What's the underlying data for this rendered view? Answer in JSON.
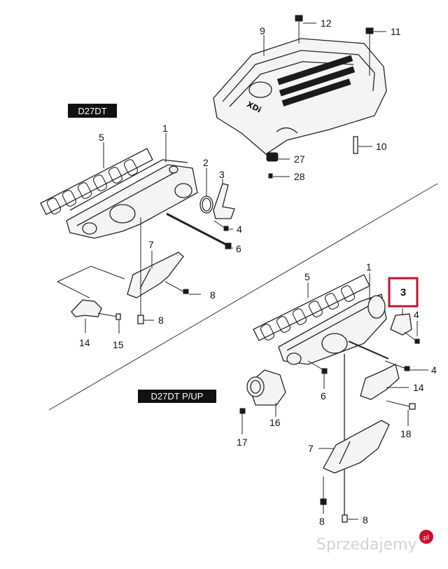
{
  "variant_labels": {
    "upper": "D27DT",
    "lower": "D27DT P/UP"
  },
  "highlight": {
    "label": "3",
    "border_color": "#c8102e"
  },
  "callouts": {
    "c9": "9",
    "c12": "12",
    "c11": "11",
    "c10": "10",
    "c27": "27",
    "c28": "28",
    "c1a": "1",
    "c5a": "5",
    "c2": "2",
    "c3a": "3",
    "c4a": "4",
    "c6a": "6",
    "c7a": "7",
    "c8a": "8",
    "c8b": "8",
    "c14a": "14",
    "c15": "15",
    "c1b": "1",
    "c5b": "5",
    "c4b": "4",
    "c4c": "4",
    "c6b": "6",
    "c14b": "14",
    "c16": "16",
    "c17": "17",
    "c18": "18",
    "c7b": "7",
    "c8c": "8",
    "c8d": "8"
  },
  "watermark": {
    "text": "Sprzedajemy",
    "suffix": ".pl",
    "accent_color": "#c8102e"
  }
}
